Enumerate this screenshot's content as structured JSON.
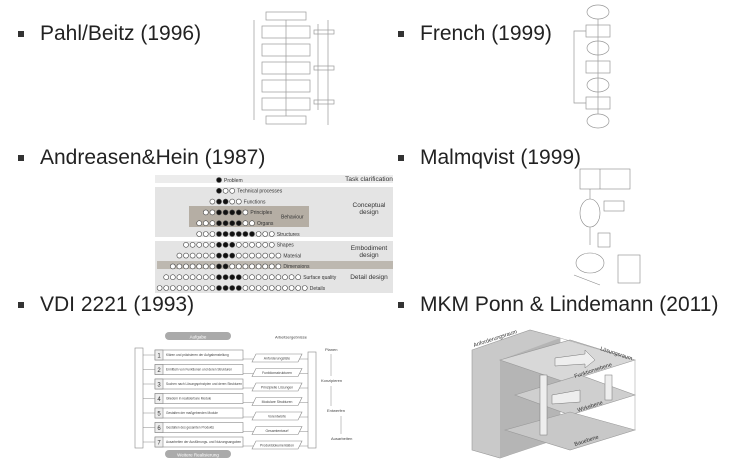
{
  "sections": [
    {
      "heading": "Pahl/Beitz (1996)"
    },
    {
      "heading": "French (1999)"
    },
    {
      "heading": "Andreasen&Hein (1987)",
      "levels": [
        "Problem",
        "Technical processes",
        "Functions",
        "Principles",
        "Organs",
        "Structures",
        "Shapes",
        "Material",
        "Dimensions",
        "Surface quality",
        "Details"
      ],
      "group_label": "Behaviour",
      "phases": [
        "Task clarification",
        "Conceptual design",
        "Embodiment design",
        "Detail design"
      ]
    },
    {
      "heading": "Malmqvist (1999)"
    },
    {
      "heading": "VDI 2221 (1993)",
      "top": "Aufgabe",
      "bottom": "Weitere Realisierung",
      "results_header": "Arbeitsergebnisse",
      "steps": [
        "Klären und präzisieren der Aufgabenstellung",
        "Ermitteln von Funktionen und deren Strukturen",
        "Suchen nach Lösungsprinzipien und deren Strukturen",
        "Gliedern in realisierbare Module",
        "Gestalten der maßgebenden Module",
        "Gestalten des gesamten Produkts",
        "Ausarbeiten der Ausführungs- und Nutzungsangaben"
      ],
      "results": [
        "Anforderungsliste",
        "Funktionsstrukturen",
        "Prinzipielle Lösungen",
        "Modulare Strukturen",
        "Vorentwürfe",
        "Gesamtentwurf",
        "Produktdokumentation"
      ],
      "phases": [
        "Planen",
        "Konzipieren",
        "Entwerfen",
        "Ausarbeiten"
      ]
    },
    {
      "heading": "MKM Ponn & Lindemann (2011)",
      "labels": [
        "Anforderungsraum",
        "Lösungsraum",
        "Funktionsebene",
        "Wirkebene",
        "Bauebene"
      ]
    }
  ],
  "colors": {
    "diagram_gray": "#d8d8d8",
    "dark_band": "#a9a39a"
  }
}
